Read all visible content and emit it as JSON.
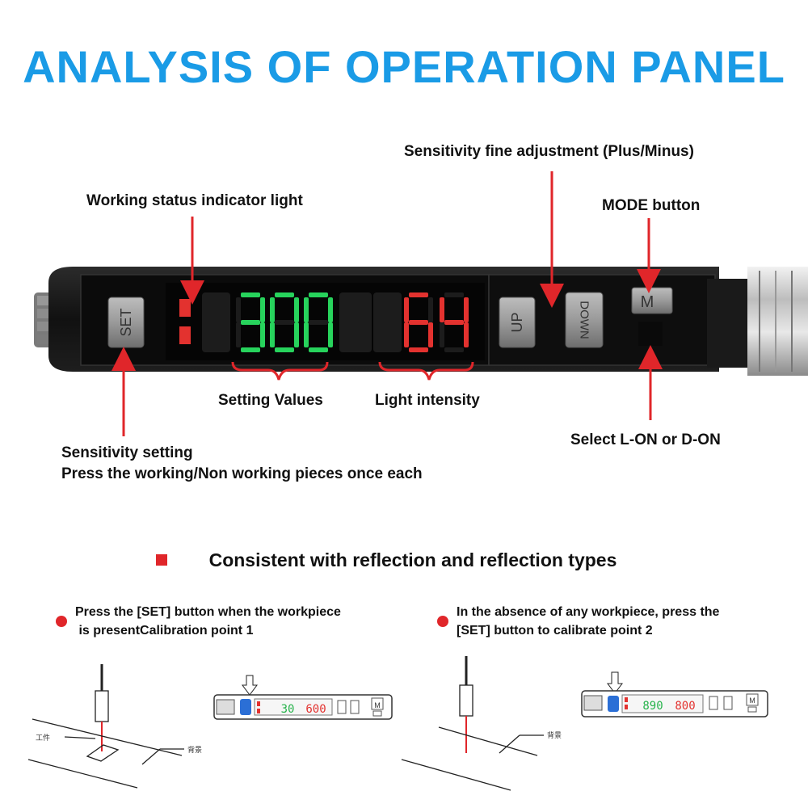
{
  "title": "ANALYSIS OF OPERATION PANEL",
  "colors": {
    "title": "#1a9be6",
    "arrow": "#e0262a",
    "seg_green": "#27d35c",
    "seg_red": "#e3322f",
    "panel": "#151515"
  },
  "panel": {
    "set_button": "SET",
    "up_button": "UP",
    "down_button": "DOWN",
    "mode_button": "M",
    "setting_display": "300",
    "intensity_display": "64"
  },
  "labels": {
    "fine_adjust": "Sensitivity fine adjustment (Plus/Minus)",
    "status_light": "Working status indicator light",
    "mode_button": "MODE button",
    "setting_values": "Setting Values",
    "light_intensity": "Light intensity",
    "select_mode": "Select L-ON or D-ON",
    "sensitivity_setting_line1": "Sensitivity setting",
    "sensitivity_setting_line2": "Press the working/Non working pieces once each"
  },
  "section": {
    "title": "Consistent with reflection and reflection types",
    "step1_line1": "Press the [SET] button when the workpiece",
    "step1_line2": " is presentCalibration point 1",
    "step2_line1": "In the absence of any workpiece, press the",
    "step2_line2": "[SET] button to calibrate point 2",
    "workpiece_label": "工件",
    "background_label": "背景",
    "mini1_green": "30",
    "mini1_red": "600",
    "mini2_green": "890",
    "mini2_red": "800"
  }
}
